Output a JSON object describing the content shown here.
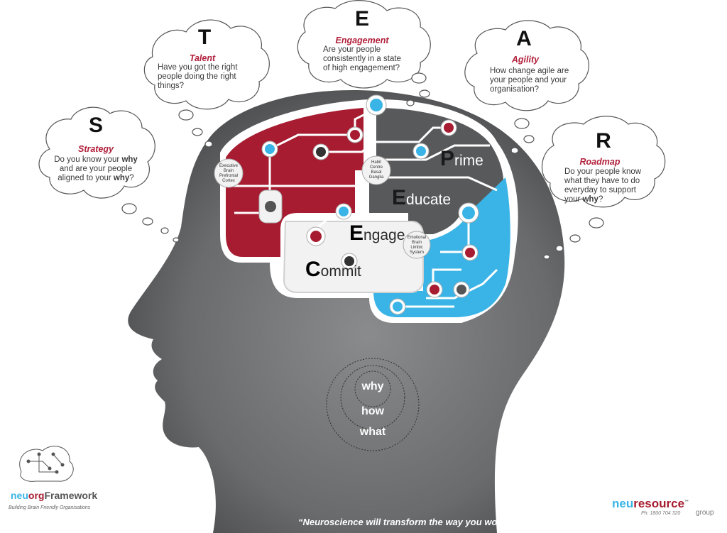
{
  "clouds": [
    {
      "id": "s",
      "letter": "S",
      "title": "Strategy",
      "lines": [
        "Do you know your ",
        "why",
        "and are your people",
        "aligned to your ",
        "why",
        "?"
      ]
    },
    {
      "id": "t",
      "letter": "T",
      "title": "Talent",
      "lines": [
        "Have you got the right",
        "people doing the right",
        "things?"
      ]
    },
    {
      "id": "e",
      "letter": "E",
      "title": "Engagement",
      "lines": [
        "Are your people",
        "consistently in a state",
        "of high engagement?"
      ]
    },
    {
      "id": "a",
      "letter": "A",
      "title": "Agility",
      "lines": [
        "How change agile are",
        "your people and your",
        "organisation?"
      ]
    },
    {
      "id": "r",
      "letter": "R",
      "title": "Roadmap",
      "lines": [
        "Do your people know",
        "what they have to do",
        "everyday to support",
        "your ",
        "why",
        "?"
      ]
    }
  ],
  "brain_areas": {
    "executive": [
      "Executive",
      "Brain",
      "Prefrontal",
      "Cortex"
    ],
    "habit": [
      "Habit",
      "Centre",
      "Basal",
      "Ganglia"
    ],
    "emotional": [
      "Emotional",
      "Brain",
      "Limbic",
      "System"
    ]
  },
  "stages": {
    "prime": {
      "cap": "P",
      "rest": "rime"
    },
    "educate": {
      "cap": "E",
      "rest": "ducate"
    },
    "engage": {
      "cap": "E",
      "rest": "ngage"
    },
    "commit": {
      "cap": "C",
      "rest": "ommit"
    }
  },
  "circles": {
    "why": "why",
    "how": "how",
    "what": "what"
  },
  "logo_left": {
    "neu": "neu",
    "org": "org",
    "framework": "Framework",
    "tagline": "Building Brain Friendly Organisations"
  },
  "logo_right": {
    "neu": "neu",
    "resource": "resource",
    "tm": "™",
    "group": "group",
    "phone": "Ph: 1800 704 320"
  },
  "quote": "“Neuroscience will transform the way you work”",
  "colors": {
    "red": "#a71c30",
    "blue": "#3ab4e6",
    "grey": "#58595b",
    "head": "#6d6e70"
  }
}
